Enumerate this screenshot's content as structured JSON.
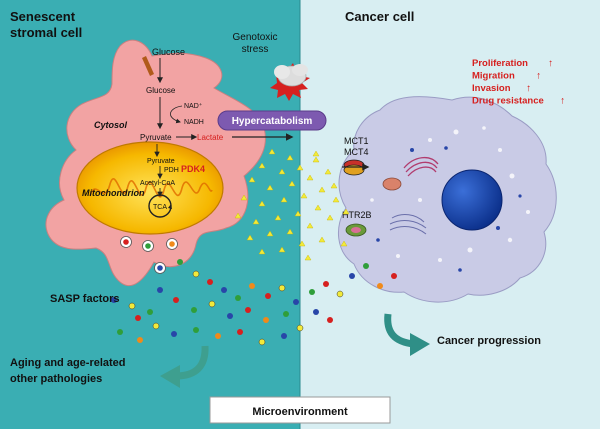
{
  "panels": {
    "left_title_line1": "Senescent",
    "left_title_line2": "stromal cell",
    "right_title": "Cancer cell"
  },
  "stress": {
    "line1": "Genotoxic",
    "line2": "stress"
  },
  "metabolism": {
    "glucose_outside": "Glucose",
    "glucose_inside": "Glucose",
    "nad": "NAD⁺",
    "nadh": "NADH",
    "cytosol": "Cytosol",
    "pyruvate": "Pyruvate",
    "lactate": "Lactate",
    "hypercatabolism": "Hypercatabolism",
    "mito_pyruvate": "Pyruvate",
    "pdh": "PDH",
    "pdk4": "PDK4",
    "acetyl_coa": "Acetyl-CoA",
    "mitochondrion": "Mitochondrion",
    "tca": "TCA"
  },
  "receptors": {
    "mct1": "MCT1",
    "mct4": "MCT4",
    "htr2b": "HTR2B"
  },
  "phenotypes": [
    {
      "label": "Proliferation",
      "arrow": "↑"
    },
    {
      "label": "Migration",
      "arrow": "↑"
    },
    {
      "label": "Invasion",
      "arrow": "↑"
    },
    {
      "label": "Drug resistance",
      "arrow": "↑"
    }
  ],
  "labels": {
    "sasp": "SASP factors",
    "aging_line1": "Aging and age-related",
    "aging_line2": "other pathologies",
    "cancer_progression": "Cancer progression",
    "microenvironment": "Microenvironment"
  },
  "colors": {
    "left_bg": "#3aaeb3",
    "right_bg": "#d8eef2",
    "stromal_cell": "#f2a3a3",
    "cancer_cell": "#c9cbe6",
    "mitochondrion": "#f6b800",
    "hypercatabolism_pill": "#7d5ab0",
    "accent_red": "#d6201f",
    "progression_arrow": "#2f8f87",
    "lactate_triangles": "#f2ea3a"
  }
}
